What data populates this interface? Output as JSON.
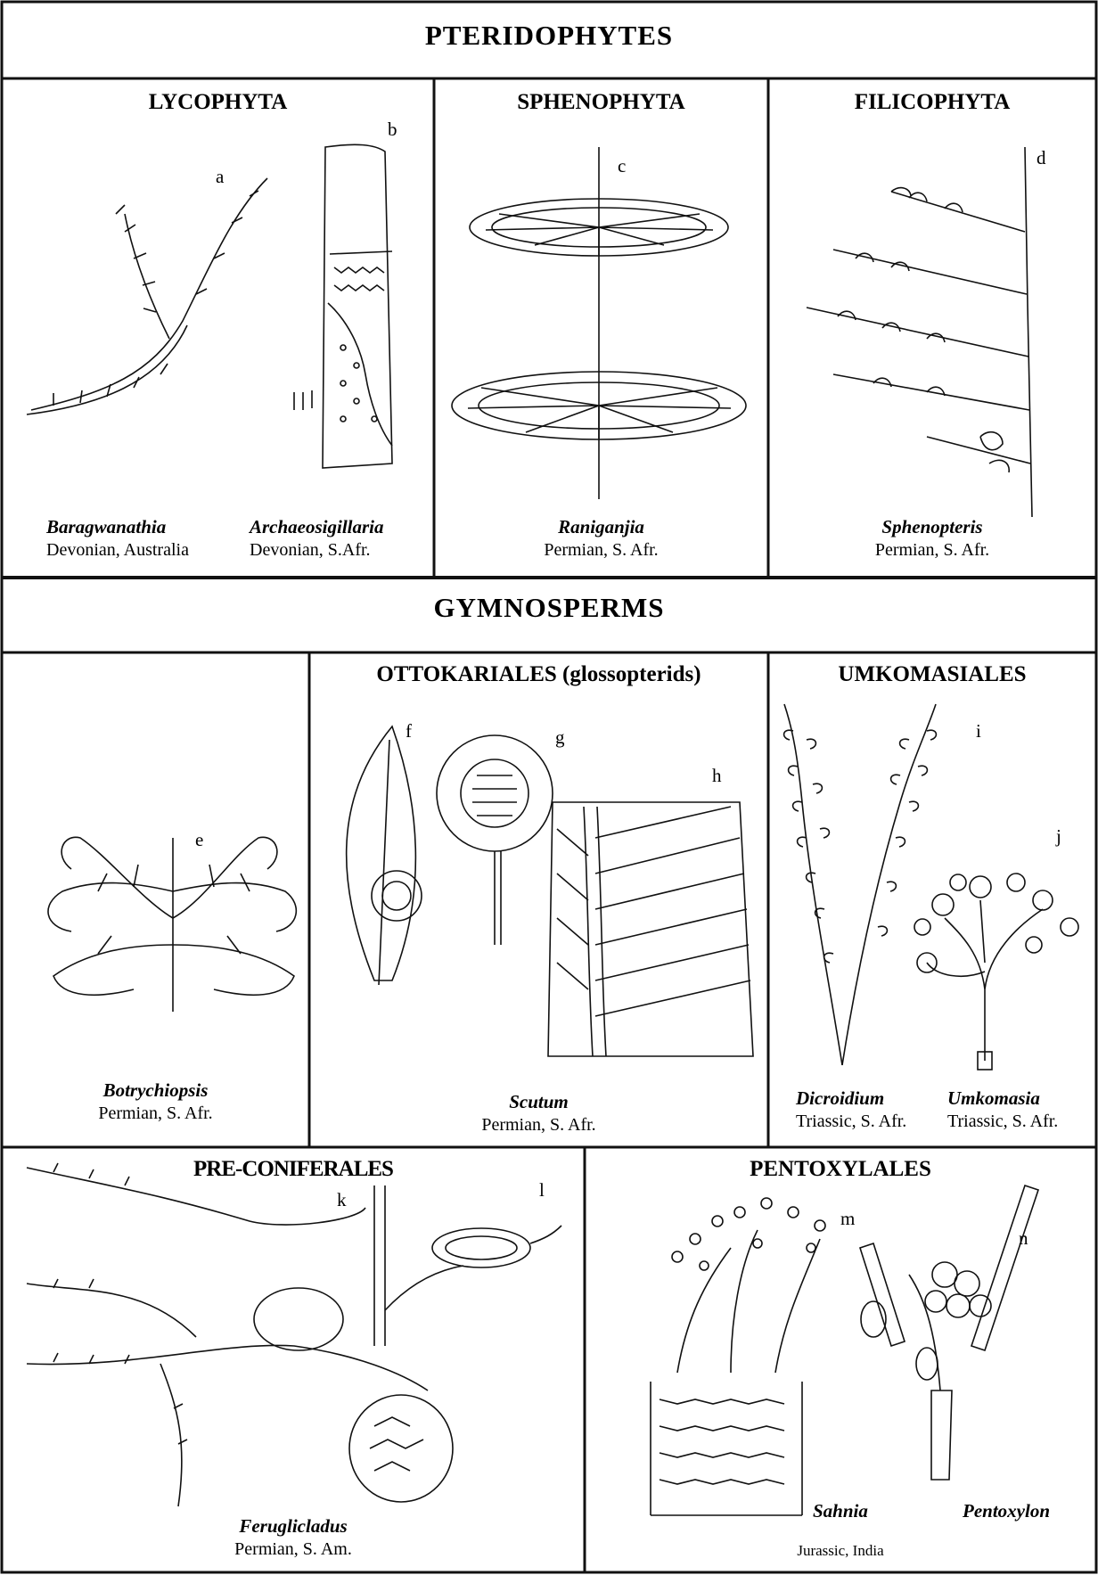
{
  "sections": {
    "pteridophytes": "PTERIDOPHYTES",
    "gymnosperms": "GYMNOSPERMS"
  },
  "groups": {
    "lycophyta": "LYCOPHYTA",
    "sphenophyta": "SPHENOPHYTA",
    "filicophyta": "FILICOPHYTA",
    "ottokariales": "OTTOKARIALES (glossopterids)",
    "umkomasiales": "UMKOMASIALES",
    "preconiferales": "PRE-CONIFERALES",
    "pentoxylales": "PENTOXYLALES"
  },
  "letters": [
    "a",
    "b",
    "c",
    "d",
    "e",
    "f",
    "g",
    "h",
    "i",
    "j",
    "k",
    "l",
    "m",
    "n"
  ],
  "taxa": {
    "baragwanathia": {
      "name": "Baragwanathia",
      "info": "Devonian, Australia"
    },
    "archaeosigillaria": {
      "name": "Archaeosigillaria",
      "info": "Devonian, S.Afr."
    },
    "raniganjia": {
      "name": "Raniganjia",
      "info": "Permian, S. Afr."
    },
    "sphenopteris": {
      "name": "Sphenopteris",
      "info": "Permian, S. Afr."
    },
    "botrychiopsis": {
      "name": "Botrychiopsis",
      "info": "Permian, S. Afr."
    },
    "scutum": {
      "name": "Scutum",
      "info": "Permian, S. Afr."
    },
    "dicroidium": {
      "name": "Dicroidium",
      "info": "Triassic, S. Afr."
    },
    "umkomasia": {
      "name": "Umkomasia",
      "info": "Triassic, S. Afr."
    },
    "feruglicladus": {
      "name": "Feruglicladus",
      "info": "Permian, S. Am."
    },
    "sahnia": {
      "name": "Sahnia"
    },
    "pentoxylon": {
      "name": "Pentoxylon"
    },
    "pentoxylales_info": "Jurassic, India"
  }
}
